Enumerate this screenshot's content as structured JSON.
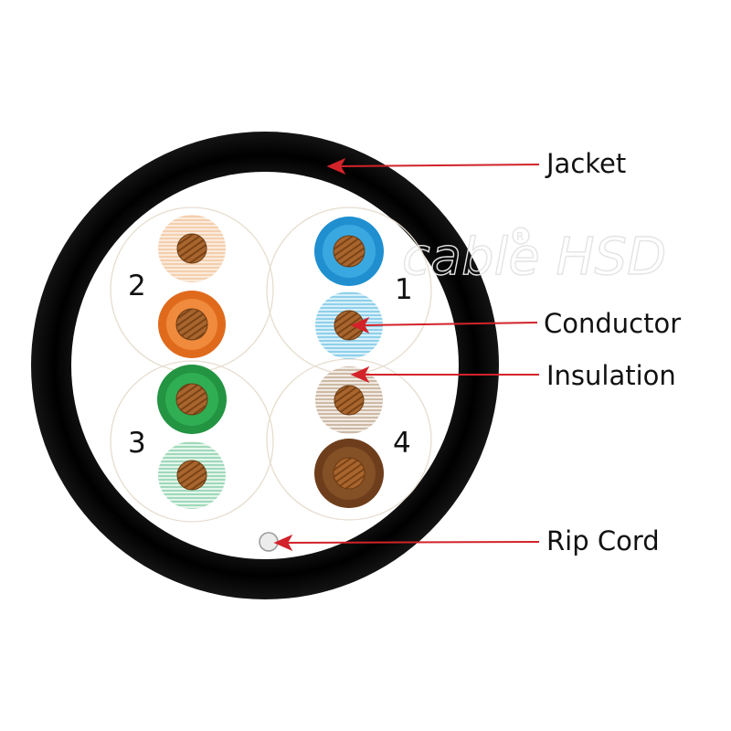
{
  "colors": {
    "jacket": "#0a0a0a",
    "leader_line": "#d2232a",
    "copper": "#9a5a2a",
    "copper_light": "#d08a50",
    "pair_outline": "#e2d6c4",
    "rip_cord": "#d8d8d8"
  },
  "callouts": {
    "jacket": "Jacket",
    "conductor": "Conductor",
    "insulation": "Insulation",
    "rip_cord": "Rip Cord"
  },
  "pairs": [
    {
      "number": "1",
      "wires": [
        "blue",
        "white-blue"
      ]
    },
    {
      "number": "2",
      "wires": [
        "white-orange",
        "orange"
      ]
    },
    {
      "number": "3",
      "wires": [
        "green",
        "white-green"
      ]
    },
    {
      "number": "4",
      "wires": [
        "white-brown",
        "brown"
      ]
    }
  ],
  "wire_colors": {
    "blue": "#1f8fd0",
    "white-blue": "#a9dcef",
    "orange": "#e06a1c",
    "white-orange": "#f6dcc0",
    "green": "#239442",
    "white-green": "#bfe5cf",
    "brown": "#6e3e1c",
    "white-brown": "#e0cfc0"
  },
  "watermark": {
    "text": "cable HSD",
    "icon": "registered-mark"
  }
}
